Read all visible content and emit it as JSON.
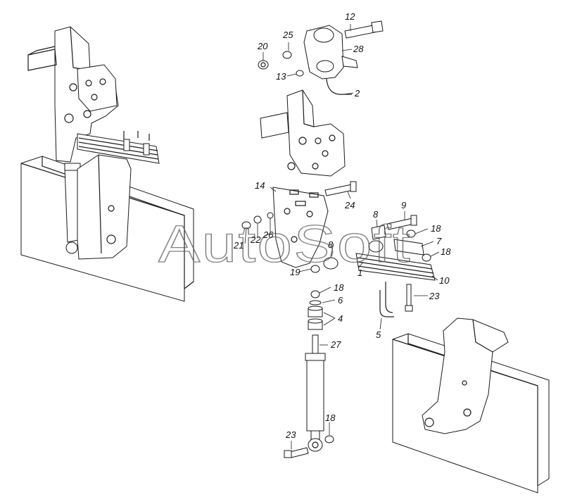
{
  "diagram": {
    "watermark": "AutoSoft",
    "callouts": [
      {
        "id": "c12",
        "text": "12"
      },
      {
        "id": "c25",
        "text": "25"
      },
      {
        "id": "c20",
        "text": "20"
      },
      {
        "id": "c28",
        "text": "28"
      },
      {
        "id": "c13",
        "text": "13"
      },
      {
        "id": "c2",
        "text": "2"
      },
      {
        "id": "c14",
        "text": "14"
      },
      {
        "id": "c24",
        "text": "24"
      },
      {
        "id": "c9",
        "text": "9"
      },
      {
        "id": "c8a",
        "text": "8"
      },
      {
        "id": "c18a",
        "text": "18"
      },
      {
        "id": "c7",
        "text": "7"
      },
      {
        "id": "c18b",
        "text": "18"
      },
      {
        "id": "c21",
        "text": "21"
      },
      {
        "id": "c22",
        "text": "22"
      },
      {
        "id": "c26",
        "text": "26"
      },
      {
        "id": "c8b",
        "text": "8"
      },
      {
        "id": "c19",
        "text": "19"
      },
      {
        "id": "c1",
        "text": "1"
      },
      {
        "id": "c10",
        "text": "10"
      },
      {
        "id": "c18c",
        "text": "18"
      },
      {
        "id": "c6",
        "text": "6"
      },
      {
        "id": "c23a",
        "text": "23"
      },
      {
        "id": "c4",
        "text": "4"
      },
      {
        "id": "c5",
        "text": "5"
      },
      {
        "id": "c27",
        "text": "27"
      },
      {
        "id": "c18d",
        "text": "18"
      },
      {
        "id": "c23b",
        "text": "23"
      }
    ]
  }
}
